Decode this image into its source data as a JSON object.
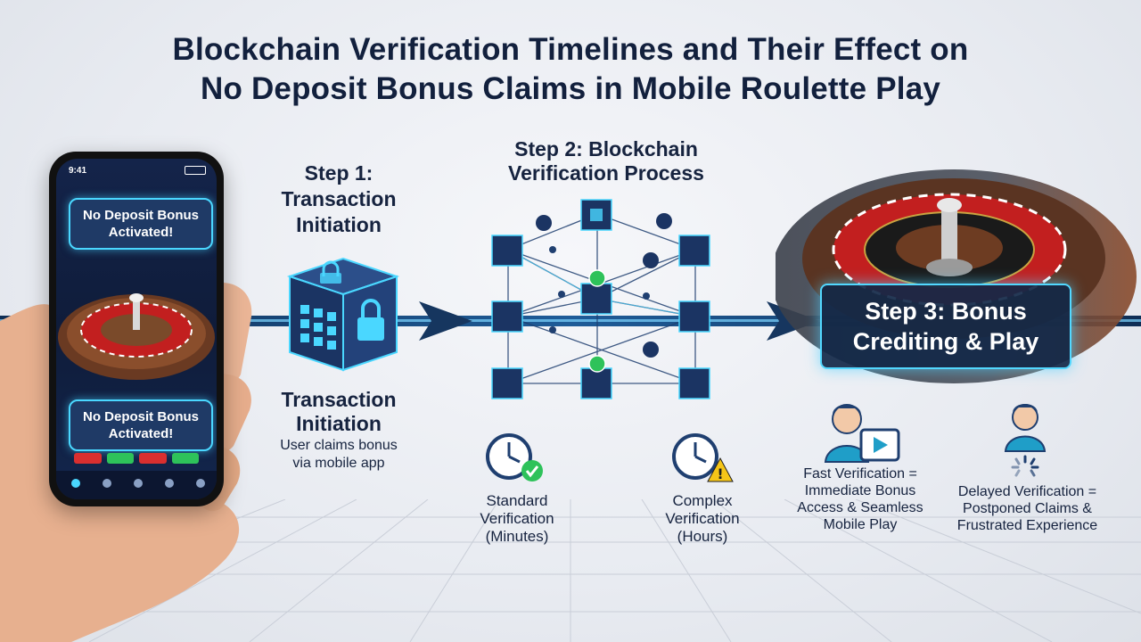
{
  "title": {
    "line1": "Blockchain Verification Timelines and Their Effect on",
    "line2": "No Deposit Bonus Claims in Mobile Roulette Play"
  },
  "phone": {
    "status_time": "9:41",
    "banner_top": {
      "line1": "No Deposit Bonus",
      "line2": "Activated!"
    },
    "banner_bottom": {
      "line1": "No Deposit Bonus",
      "line2": "Activated!"
    }
  },
  "step1": {
    "heading": {
      "line1": "Step 1:",
      "line2": "Transaction",
      "line3": "Initiation"
    },
    "title": {
      "line1": "Transaction",
      "line2": "Initiation"
    },
    "desc": {
      "line1": "User claims bonus",
      "line2": "via mobile app"
    }
  },
  "step2": {
    "heading": {
      "line1": "Step 2: Blockchain",
      "line2": "Verification Process"
    },
    "standard": {
      "line1": "Standard",
      "line2": "Verification",
      "line3": "(Minutes)"
    },
    "complex": {
      "line1": "Complex",
      "line2": "Verification",
      "line3": "(Hours)"
    }
  },
  "step3": {
    "heading": {
      "line1": "Step 3: Bonus",
      "line2": "Crediting & Play"
    },
    "fast": {
      "line1": "Fast Verification =",
      "line2": "Immediate Bonus",
      "line3": "Access & Seamless",
      "line4": "Mobile Play"
    },
    "delayed": {
      "line1": "Delayed Verification =",
      "line2": "Postponed Claims &",
      "line3": "Frustrated Experience"
    }
  },
  "colors": {
    "accent_cyan": "#4ad7ff",
    "navy": "#12203d",
    "success_green": "#2ec25a",
    "warning_yellow": "#f5c518"
  }
}
